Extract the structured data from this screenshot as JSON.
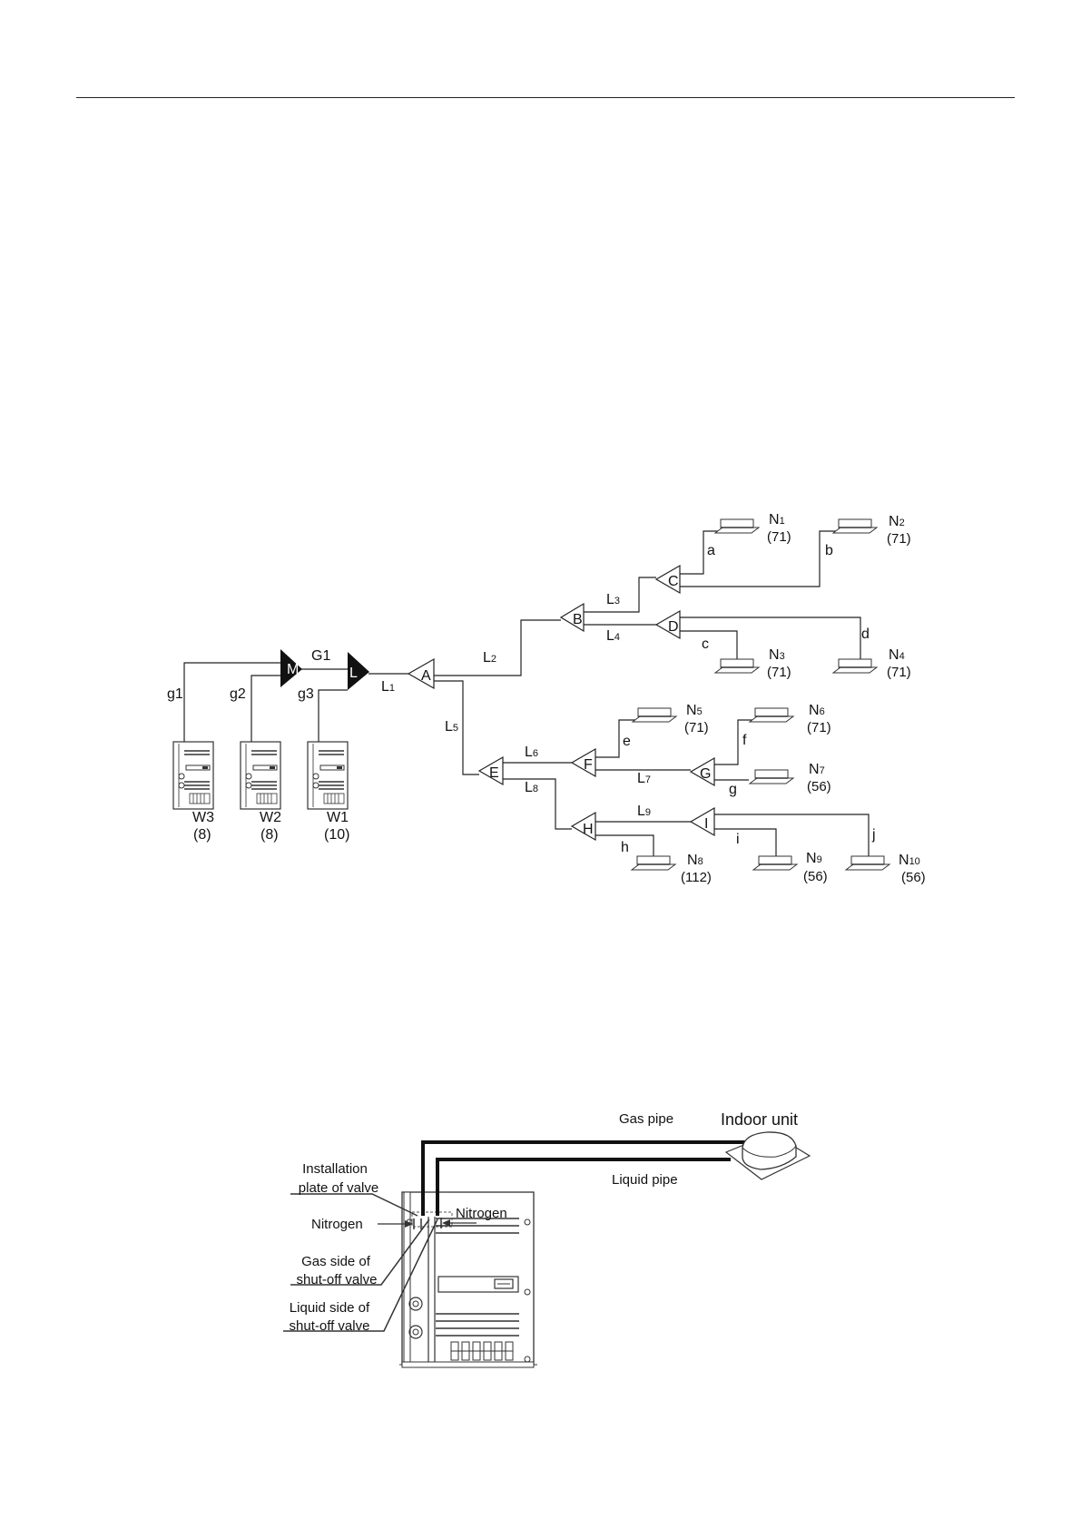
{
  "piping": {
    "outdoor_units": [
      {
        "label": "W3",
        "capacity": "(8)"
      },
      {
        "label": "W2",
        "capacity": "(8)"
      },
      {
        "label": "W1",
        "capacity": "(10)"
      }
    ],
    "outdoor_pipes": {
      "g1": "g1",
      "g2": "g2",
      "g3": "g3",
      "G1": "G1"
    },
    "outdoor_branches": {
      "M": "M",
      "L": "L"
    },
    "main_pipes": [
      {
        "letter": "L",
        "num": "1"
      },
      {
        "letter": "L",
        "num": "2"
      },
      {
        "letter": "L",
        "num": "3"
      },
      {
        "letter": "L",
        "num": "4"
      },
      {
        "letter": "L",
        "num": "5"
      },
      {
        "letter": "L",
        "num": "6"
      },
      {
        "letter": "L",
        "num": "7"
      },
      {
        "letter": "L",
        "num": "8"
      },
      {
        "letter": "L",
        "num": "9"
      }
    ],
    "branches": [
      "A",
      "B",
      "C",
      "D",
      "E",
      "F",
      "G",
      "H",
      "I"
    ],
    "indoor_units": [
      {
        "label": "N",
        "num": "1",
        "capacity": "(71)"
      },
      {
        "label": "N",
        "num": "2",
        "capacity": "(71)"
      },
      {
        "label": "N",
        "num": "3",
        "capacity": "(71)"
      },
      {
        "label": "N",
        "num": "4",
        "capacity": "(71)"
      },
      {
        "label": "N",
        "num": "5",
        "capacity": "(71)"
      },
      {
        "label": "N",
        "num": "6",
        "capacity": "(71)"
      },
      {
        "label": "N",
        "num": "7",
        "capacity": "(56)"
      },
      {
        "label": "N",
        "num": "8",
        "capacity": "(112)"
      },
      {
        "label": "N",
        "num": "9",
        "capacity": "(56)"
      },
      {
        "label": "N",
        "num": "10",
        "capacity": "(56)"
      }
    ],
    "branch_pipes": [
      "a",
      "b",
      "c",
      "d",
      "e",
      "f",
      "g",
      "h",
      "i",
      "j"
    ]
  },
  "pressure_test": {
    "gas_pipe": "Gas pipe",
    "indoor_unit": "Indoor unit",
    "liquid_pipe": "Liquid pipe",
    "installation_plate": [
      "Installation",
      "plate of valve"
    ],
    "nitrogen_left": "Nitrogen",
    "nitrogen_right": "Nitrogen",
    "gas_valve": [
      "Gas side of",
      "shut-off valve"
    ],
    "liquid_valve": [
      "Liquid side of",
      "shut-off valve"
    ]
  }
}
